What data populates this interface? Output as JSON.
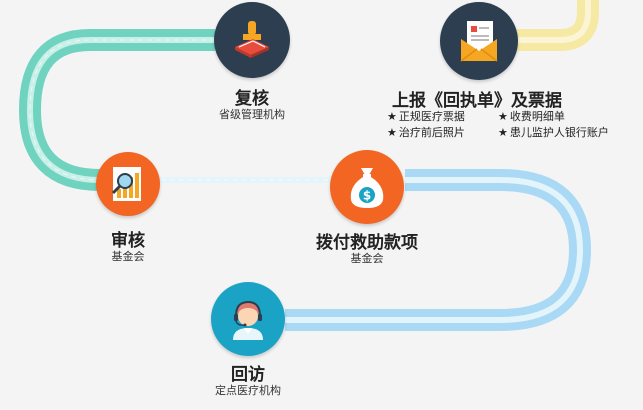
{
  "colors": {
    "dark_node": "#2c3e50",
    "orange_node": "#f26522",
    "teal_node": "#1ba3c6",
    "path_yellow": "#f6e9a4",
    "path_teal": "#6fd3c0",
    "path_blue": "#a9d9f5"
  },
  "steps": [
    {
      "icon": "document-envelope-icon",
      "title": "上报《回执单》及票据",
      "subtitle": "",
      "notes": [
        "正规医疗票据",
        "收费明细单",
        "治疗前后照片",
        "患儿监护人银行账户"
      ]
    },
    {
      "icon": "stamp-icon",
      "title": "复核",
      "subtitle": "省级管理机构",
      "notes": []
    },
    {
      "icon": "chart-magnifier-icon",
      "title": "审核",
      "subtitle": "基金会",
      "notes": []
    },
    {
      "icon": "money-bag-icon",
      "title": "拨付救助款项",
      "subtitle": "基金会",
      "notes": []
    },
    {
      "icon": "customer-service-icon",
      "title": "回访",
      "subtitle": "定点医疗机构",
      "notes": []
    }
  ],
  "note_bullet": "★"
}
